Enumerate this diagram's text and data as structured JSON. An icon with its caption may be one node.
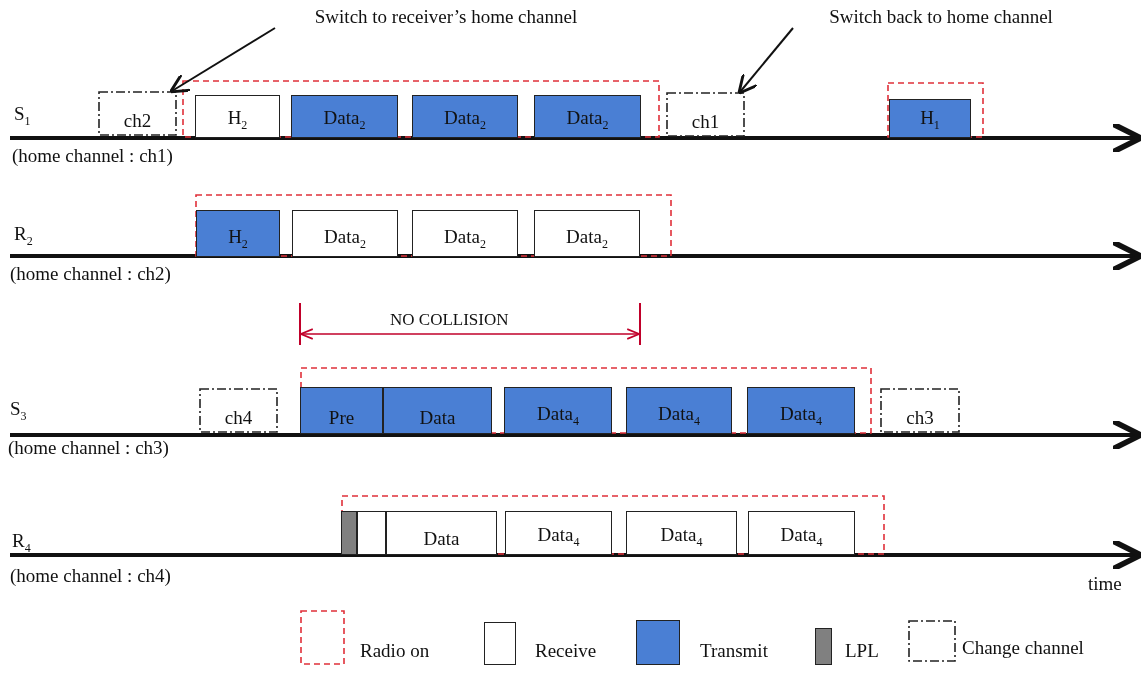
{
  "diagram": {
    "nodes": [
      {
        "text": [
          "Switch to receiver’s home channel"
        ]
      },
      {
        "text": [
          "Switch back to home channel"
        ]
      },
      {
        "text": [
          "ch2"
        ]
      },
      {
        "text": [],
        "shape": "box"
      },
      {
        "text": [
          "H$_{2}$"
        ],
        "in": 3
      },
      {
        "text": [
          "Data$_{2}$"
        ],
        "in": 3
      },
      {
        "text": [
          "Data$_{2}$"
        ],
        "in": 3
      },
      {
        "text": [
          "Data$_{2}$"
        ],
        "in": 3
      },
      {
        "text": [
          "ch1"
        ]
      },
      {
        "text": [],
        "shape": "box"
      },
      {
        "text": [
          "H$_{1}$"
        ],
        "in": 9
      },
      {
        "text": [],
        "shape": "box"
      },
      {
        "text": [
          "H$_{2}$"
        ],
        "in": 11
      },
      {
        "text": [
          "Data$_{2}$"
        ],
        "in": 11
      },
      {
        "text": [
          "Data$_{2}$"
        ],
        "in": 11
      },
      {
        "text": [
          "Data$_{2}$"
        ],
        "in": 11
      },
      {
        "text": [
          "ch4"
        ]
      },
      {
        "text": [],
        "shape": "box"
      },
      {
        "text": [
          "Pre"
        ],
        "in": 17
      },
      {
        "text": [
          "Data"
        ],
        "in": 17
      },
      {
        "text": [
          "Data$_{4}$"
        ],
        "in": 17
      },
      {
        "text": [
          "Data$_{4}$"
        ],
        "in": 17
      },
      {
        "text": [
          "Data$_{4}$"
        ],
        "in": 17
      },
      {
        "text": [
          "ch3"
        ]
      },
      {
        "text": [],
        "shape": "box"
      },
      {
        "text": [],
        "shape": "bar",
        "in": 24
      },
      {
        "text": [],
        "shape": "box",
        "in": 24
      },
      {
        "text": [
          "Data"
        ],
        "in": 24
      },
      {
        "text": [
          "Data$_{4}$"
        ],
        "in": 24
      },
      {
        "text": [
          "Data$_{4}$"
        ],
        "in": 24
      },
      {
        "text": [
          "Data$_{4}$"
        ],
        "in": 24
      }
    ],
    "edges": [
      {
        "from": 0,
        "to": 2,
        "arrow": "to"
      },
      {
        "from": 1,
        "to": 8,
        "arrow": "to"
      }
    ],
    "labels": [
      "S$_{1}$",
      "(home channel : ch1)",
      "R$_{2}$",
      "(home channel : ch2)",
      "NO COLLISION",
      "S$_{3}$",
      "(home channel : ch3)",
      "R$_{4}$",
      "(home channel : ch4)",
      "time"
    ],
    "legend": [
      {
        "text": "Radio on"
      },
      {
        "text": "Receive",
        "color": "#ffffff"
      },
      {
        "text": "Transmit",
        "color": "#4a7fd4"
      },
      {
        "text": "LPL",
        "color": "#808080"
      },
      {
        "text": "Change channel"
      }
    ]
  }
}
